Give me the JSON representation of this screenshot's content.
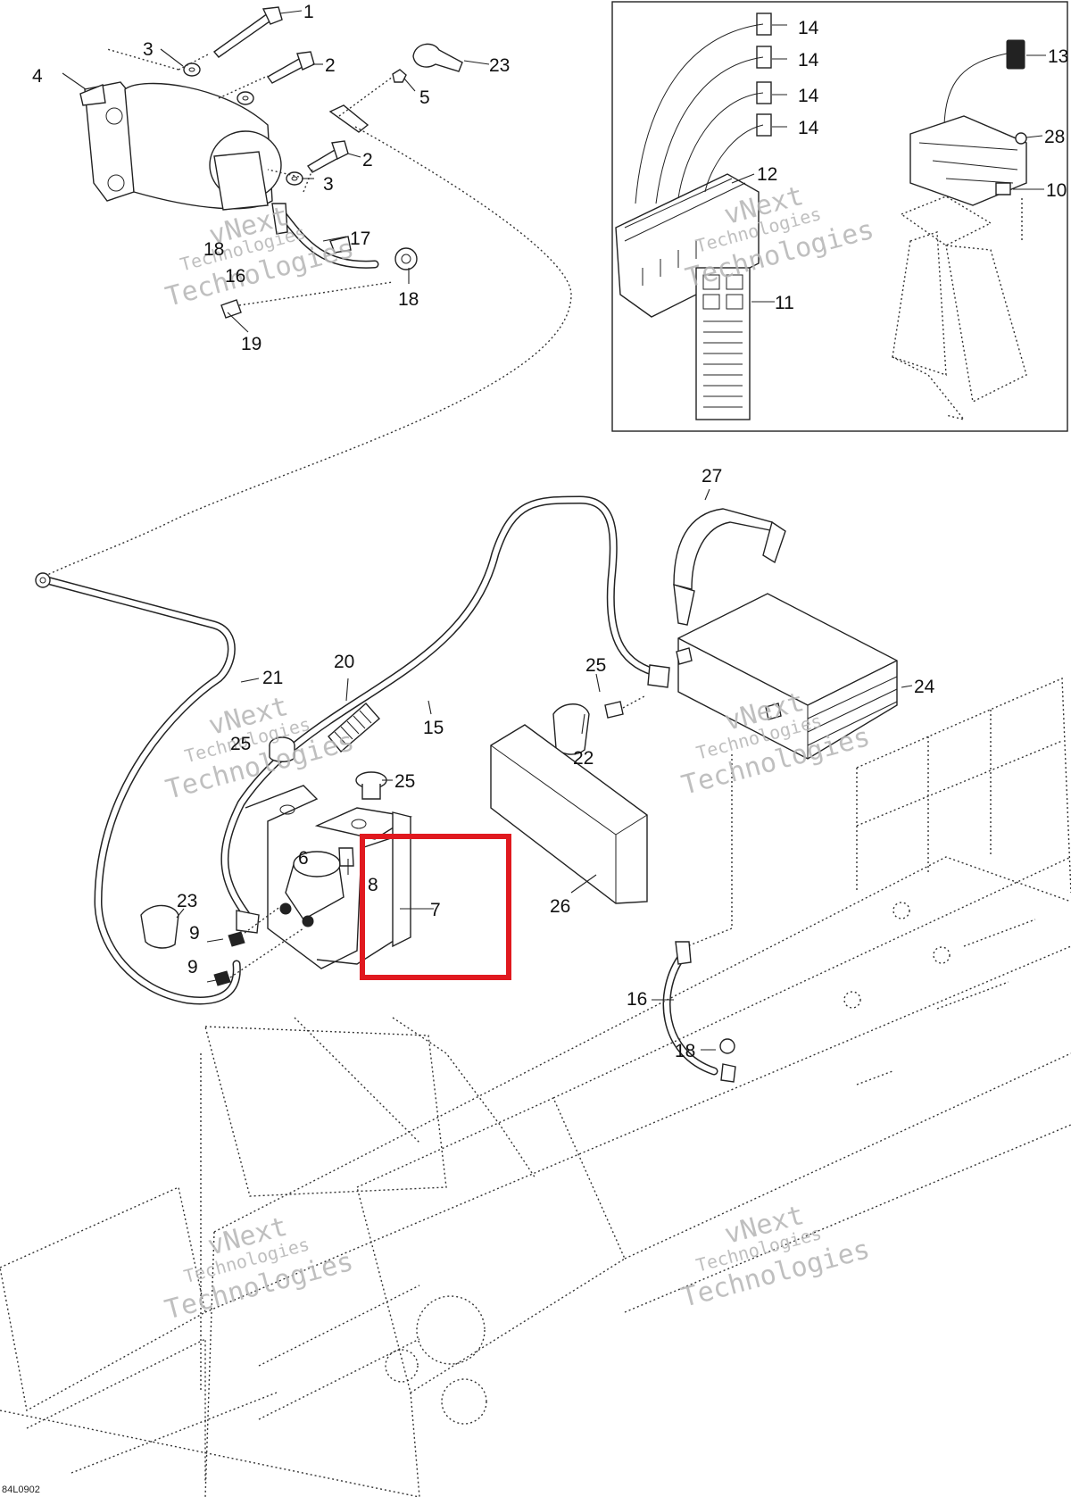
{
  "callouts": {
    "c1": "1",
    "c2a": "2",
    "c2b": "2",
    "c3a": "3",
    "c3b": "3",
    "c4": "4",
    "c5": "5",
    "c6": "6",
    "c7": "7",
    "c8": "8",
    "c9a": "9",
    "c9b": "9",
    "c10": "10",
    "c11": "11",
    "c12": "12",
    "c13": "13",
    "c14a": "14",
    "c14b": "14",
    "c14c": "14",
    "c14d": "14",
    "c15": "15",
    "c16a": "16",
    "c16b": "16",
    "c17": "17",
    "c18a": "18",
    "c18b": "18",
    "c18c": "18",
    "c19": "19",
    "c20": "20",
    "c21": "21",
    "c22": "22",
    "c23a": "23",
    "c23b": "23",
    "c24": "24",
    "c25a": "25",
    "c25b": "25",
    "c25c": "25",
    "c26": "26",
    "c27": "27",
    "c28": "28"
  },
  "watermark": {
    "line1": "vNext",
    "line2": "Technologies",
    "line3": "Technologies"
  },
  "drawing_code": "84L0902",
  "colors": {
    "highlight": "#e0191f",
    "ink": "#222222",
    "watermark": "#b5b5b5"
  }
}
